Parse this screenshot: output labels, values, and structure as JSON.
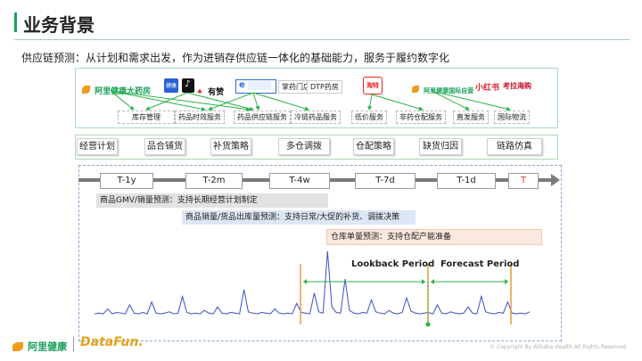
{
  "slide": {
    "title": "业务背景",
    "subtitle": "供应链预测：从计划和需求出发，作为进销存供应链一体化的基础能力，服务于履约数字化"
  },
  "logos": {
    "alihealth_pharmacy": "阿里健康大药房",
    "youzan": "有赞",
    "jd_health": "健康",
    "mobile_store": "掌药门店",
    "dtp": "DTP药房",
    "tmall_badge": "淘特",
    "alihealth_intl": "阿里健康国际自营",
    "xiaohongshu": "小红书",
    "kaola": "考拉海购"
  },
  "services": [
    "库存管理",
    "药品时效服务",
    "药品供应链服务",
    "冷链药品服务",
    "低价服务",
    "非药仓配服务",
    "直发服务",
    "国际物流"
  ],
  "stages": [
    "经营计划",
    "品合铺货",
    "补货策略",
    "多仓调拨",
    "仓配策略",
    "缺货归因",
    "链路仿真"
  ],
  "timeline": [
    "T-1y",
    "T-2m",
    "T-4w",
    "T-7d",
    "T-1d",
    "T"
  ],
  "horizons": [
    "商品GMV/销量预测：支持长期经营计划制定",
    "商品销量/货品出库量预测：支持日常/大促的补货、调拨决策",
    "仓库单量预测：支持仓配产能准备"
  ],
  "chart": {
    "lookback_label": "Lookback Period",
    "forecast_label": "Forecast Period"
  },
  "footer": {
    "brand1": "阿里健康",
    "brand2": "DataFun.",
    "copyright": "© Copyright By Alibaba Health All Rights Reserved"
  },
  "colors": {
    "accent_green": "#1aa05a",
    "line_blue": "#3a4fc8",
    "marker_orange": "#e39a3a",
    "arrow_green": "#2bb34a"
  },
  "chart_data": {
    "type": "line",
    "title": "",
    "series": [
      {
        "name": "",
        "values": [
          0.05,
          0.06,
          0.05,
          0.12,
          0.05,
          0.07,
          0.06,
          0.05,
          0.18,
          0.06,
          0.05,
          0.07,
          0.05,
          0.22,
          0.06,
          0.05,
          0.06,
          0.08,
          0.05,
          0.06,
          0.3,
          0.07,
          0.05,
          0.06,
          0.05,
          0.1,
          0.06,
          0.05,
          0.15,
          0.06,
          0.05,
          0.07,
          0.06,
          0.05,
          0.4,
          0.08,
          0.06,
          0.05,
          0.07,
          0.06,
          0.05,
          0.12,
          0.06,
          0.05,
          0.06,
          0.05,
          0.2,
          0.07,
          0.06,
          0.05,
          0.35,
          0.08,
          0.06,
          0.95,
          0.15,
          0.07,
          0.06,
          0.55,
          0.1,
          0.06,
          0.05,
          0.07,
          0.06,
          0.25,
          0.08,
          0.06,
          0.05,
          0.1,
          0.06,
          0.05,
          0.07,
          0.28,
          0.09,
          0.06,
          0.05,
          0.06,
          0.07,
          0.05,
          0.18,
          0.06,
          0.05,
          0.08,
          0.06,
          0.05,
          0.06,
          0.15,
          0.06,
          0.05,
          0.3,
          0.08,
          0.06,
          0.05,
          0.07,
          0.06,
          0.22,
          0.06,
          0.05,
          0.06,
          0.05,
          0.08
        ]
      }
    ]
  }
}
